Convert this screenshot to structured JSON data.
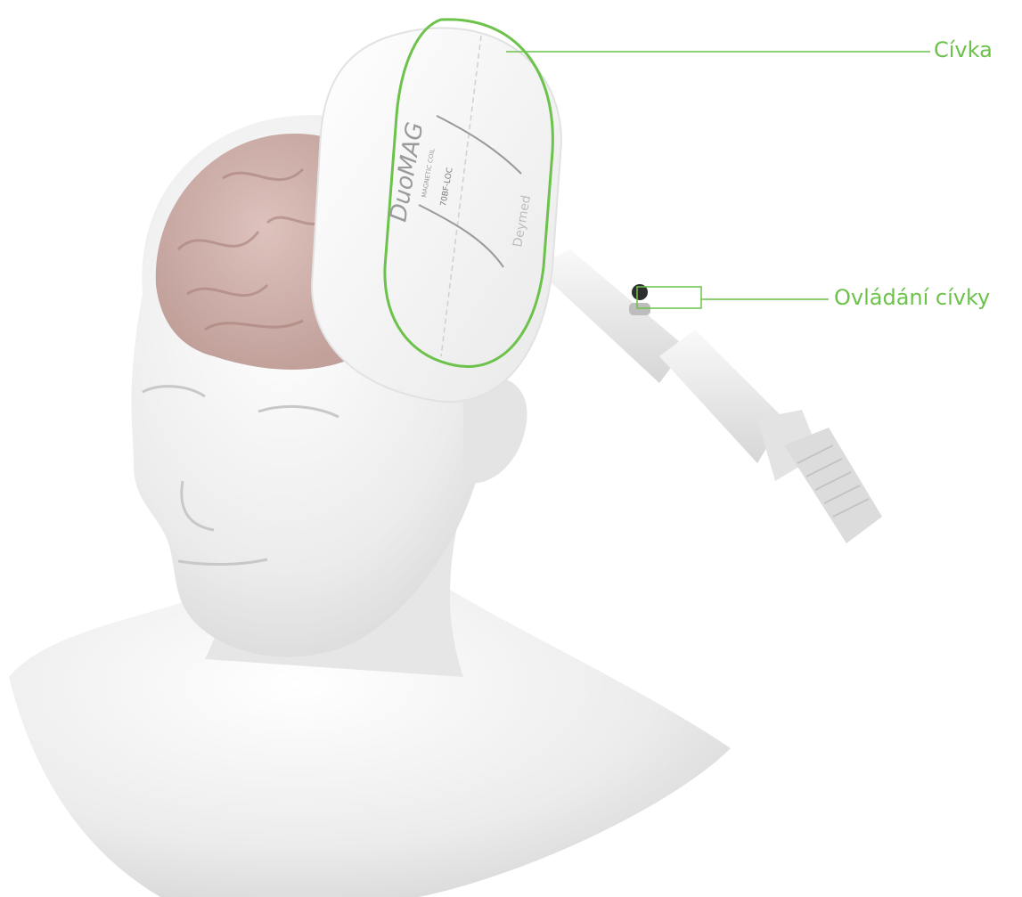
{
  "colors": {
    "accent": "#6cc24a",
    "background": "#ffffff",
    "skin": "#eeeeee",
    "brain": "#c9a7a0",
    "coil_body": "#f7f7f7",
    "handle_body": "#ececec"
  },
  "callouts": {
    "coil": "Cívka",
    "coil_controls": "Ovládání cívky"
  },
  "device": {
    "brand": "DuoMAG",
    "brand_subtitle": "MAGNETIC COIL",
    "model": "70BF-LOC",
    "maker_mark": "Deymed"
  }
}
